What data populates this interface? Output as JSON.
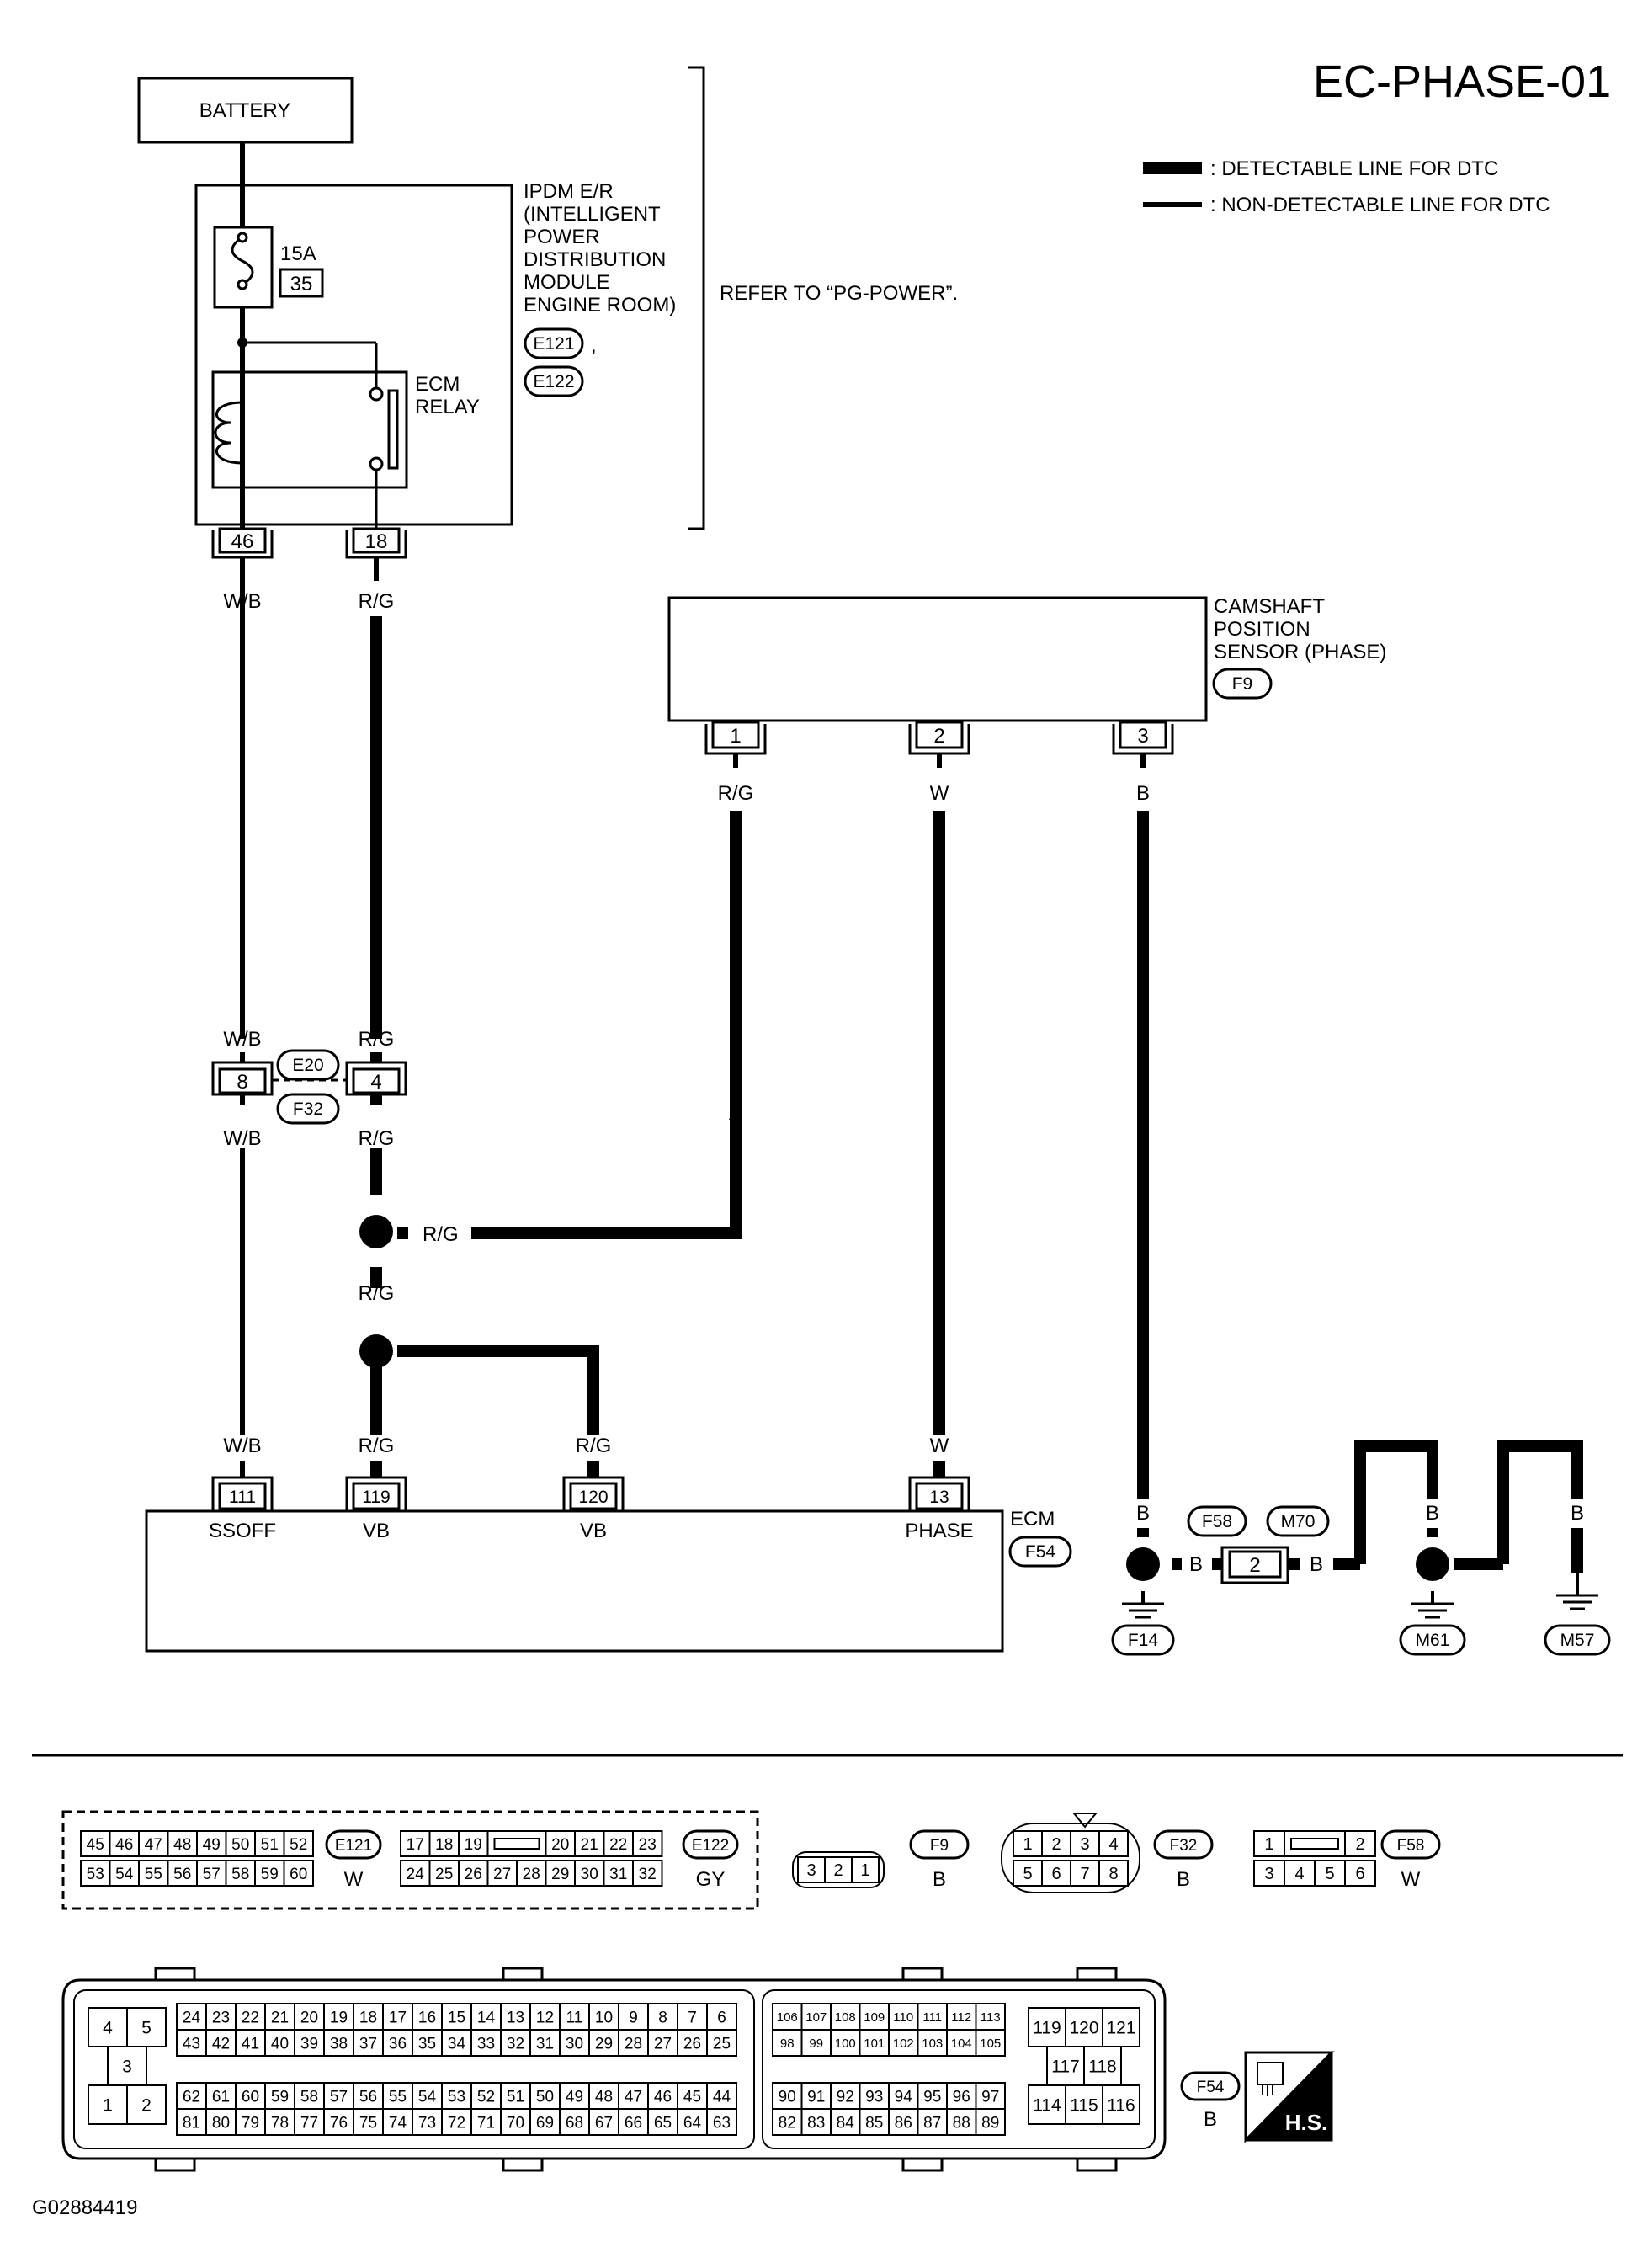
{
  "title": "EC-PHASE-01",
  "legend": {
    "detectable": ": DETECTABLE LINE FOR DTC",
    "non_detectable": ": NON-DETECTABLE LINE FOR DTC"
  },
  "battery": "BATTERY",
  "ipdm": {
    "lines": [
      "IPDM E/R",
      "(INTELLIGENT",
      "POWER",
      "DISTRIBUTION",
      "MODULE",
      "ENGINE ROOM)"
    ],
    "connectors": [
      "E121",
      "E122"
    ],
    "comma": ",",
    "fuse_rating": "15A",
    "fuse_number": "35",
    "relay": [
      "ECM",
      "RELAY"
    ],
    "terminals": [
      "46",
      "18"
    ]
  },
  "refer": "REFER TO “PG-POWER”.",
  "sensor": {
    "lines": [
      "CAMSHAFT",
      "POSITION",
      "SENSOR (PHASE)"
    ],
    "connector": "F9",
    "terminals": [
      "1",
      "2",
      "3"
    ]
  },
  "wires": {
    "wb": "W/B",
    "rg": "R/G",
    "w": "W",
    "b": "B"
  },
  "joint": {
    "connectors": [
      "E20",
      "F32"
    ],
    "terminals": [
      "8",
      "4"
    ]
  },
  "ecm": {
    "name": "ECM",
    "connector": "F54",
    "terminals": [
      {
        "num": "111",
        "label": "SSOFF"
      },
      {
        "num": "119",
        "label": "VB"
      },
      {
        "num": "120",
        "label": "VB"
      },
      {
        "num": "13",
        "label": "PHASE"
      }
    ]
  },
  "ground": {
    "f58": "F58",
    "m70": "M70",
    "terminal": "2",
    "grounds": [
      "F14",
      "M61",
      "M57"
    ]
  },
  "connector_views": {
    "e121": {
      "id": "E121",
      "color": "W",
      "row1": [
        "45",
        "46",
        "47",
        "48",
        "49",
        "50",
        "51",
        "52"
      ],
      "row2": [
        "53",
        "54",
        "55",
        "56",
        "57",
        "58",
        "59",
        "60"
      ]
    },
    "e122": {
      "id": "E122",
      "color": "GY",
      "row1a": [
        "17",
        "18",
        "19"
      ],
      "row1b": [
        "20",
        "21",
        "22",
        "23"
      ],
      "row2": [
        "24",
        "25",
        "26",
        "27",
        "28",
        "29",
        "30",
        "31",
        "32"
      ]
    },
    "f9": {
      "id": "F9",
      "color": "B",
      "pins": [
        "3",
        "2",
        "1"
      ]
    },
    "f32": {
      "id": "F32",
      "color": "B",
      "row1": [
        "1",
        "2",
        "3",
        "4"
      ],
      "row2": [
        "5",
        "6",
        "7",
        "8"
      ]
    },
    "f58": {
      "id": "F58",
      "color": "W",
      "row1": [
        "1",
        "2"
      ],
      "row2": [
        "3",
        "4",
        "5",
        "6"
      ]
    },
    "f54": {
      "id": "F54",
      "color": "B",
      "small": [
        "4",
        "5",
        "3",
        "1",
        "2"
      ],
      "a_r1": [
        "24",
        "23",
        "22",
        "21",
        "20",
        "19",
        "18",
        "17",
        "16",
        "15",
        "14",
        "13",
        "12",
        "11",
        "10",
        "9",
        "8",
        "7",
        "6"
      ],
      "a_r2": [
        "43",
        "42",
        "41",
        "40",
        "39",
        "38",
        "37",
        "36",
        "35",
        "34",
        "33",
        "32",
        "31",
        "30",
        "29",
        "28",
        "27",
        "26",
        "25"
      ],
      "a_r3": [
        "62",
        "61",
        "60",
        "59",
        "58",
        "57",
        "56",
        "55",
        "54",
        "53",
        "52",
        "51",
        "50",
        "49",
        "48",
        "47",
        "46",
        "45",
        "44"
      ],
      "a_r4": [
        "81",
        "80",
        "79",
        "78",
        "77",
        "76",
        "75",
        "74",
        "73",
        "72",
        "71",
        "70",
        "69",
        "68",
        "67",
        "66",
        "65",
        "64",
        "63"
      ],
      "b_r1": [
        "106",
        "107",
        "108",
        "109",
        "110",
        "111",
        "112",
        "113"
      ],
      "b_r2": [
        "98",
        "99",
        "100",
        "101",
        "102",
        "103",
        "104",
        "105"
      ],
      "b_r3": [
        "90",
        "91",
        "92",
        "93",
        "94",
        "95",
        "96",
        "97"
      ],
      "b_r4": [
        "82",
        "83",
        "84",
        "85",
        "86",
        "87",
        "88",
        "89"
      ],
      "c_r1": [
        "119",
        "120",
        "121"
      ],
      "c_r2": [
        "117",
        "118"
      ],
      "c_r3": [
        "114",
        "115",
        "116"
      ]
    }
  },
  "hs": "H.S.",
  "figure_id": "G02884419"
}
